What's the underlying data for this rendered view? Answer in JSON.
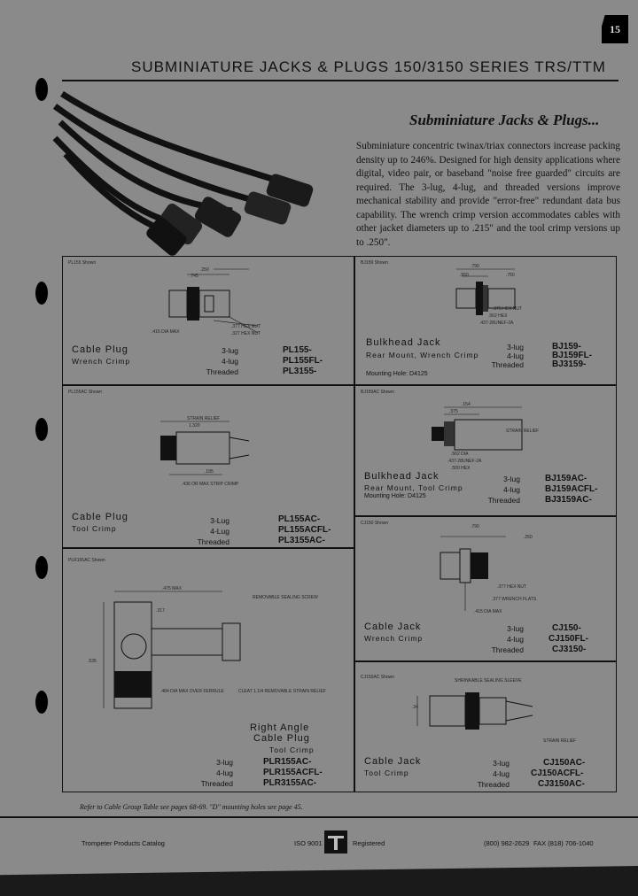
{
  "page_number": "15",
  "header_title": "SUBMINIATURE JACKS & PLUGS 150/3150 SERIES TRS/TTM",
  "section_title": "Subminiature Jacks & Plugs...",
  "intro_text": "Subminiature concentric twinax/triax connectors increase packing density up to 246%. Designed for high density applications where digital, video pair, or baseband \"noise free guarded\" circuits are required. The 3-lug, 4-lug, and threaded versions improve mechanical stability and provide \"error-free\" redundant data bus capability. The wrench crimp version accommodates cables with other jacket diameters up to .215\" and the tool crimp versions up to .250\".",
  "panels": {
    "cable_plug_wrench": {
      "fig_label": "PL155 Shown",
      "name": "Cable Plug",
      "sub": "Wrench Crimp",
      "variants": [
        {
          "type": "3-lug",
          "part": "PL155-"
        },
        {
          "type": "4-lug",
          "part": "PL155FL-"
        },
        {
          "type": "Threaded",
          "part": "PL3155-"
        }
      ],
      "dims": [
        ".250",
        ".745",
        ".415 DIA MAX",
        ".377 HEX NUT",
        ".327 HEX NUT"
      ]
    },
    "bulkhead_jack_wrench": {
      "fig_label": "BJ159 Shown",
      "name": "Bulkhead Jack",
      "sub": "Rear Mount, Wrench Crimp",
      "variants": [
        {
          "type": "3-lug",
          "part": "BJ159-"
        },
        {
          "type": "4-lug",
          "part": "BJ159FL-"
        },
        {
          "type": "Threaded",
          "part": "BJ3159-"
        }
      ],
      "mounting": "Mounting Hole: D4125",
      "dims": [
        ".790",
        ".550",
        ".750",
        ".375 HEX NUT",
        ".562 HEX",
        ".437-28UNEF-2A"
      ]
    },
    "cable_plug_tool": {
      "fig_label": "PL155AC Shown",
      "name": "Cable Plug",
      "sub": "Tool Crimp",
      "variants": [
        {
          "type": "3-Lug",
          "part": "PL155AC-"
        },
        {
          "type": "4-Lug",
          "part": "PL155ACFL-"
        },
        {
          "type": "Threaded",
          "part": "PL3155AC-"
        }
      ],
      "dims": [
        "STRAIN RELIEF",
        "1.320",
        ".195",
        ".436 OR MAX STRIP CRIMP"
      ]
    },
    "bulkhead_jack_tool": {
      "fig_label": "BJ159AC Shown",
      "name": "Bulkhead Jack",
      "sub": "Rear Mount, Tool Crimp",
      "variants": [
        {
          "type": "3-lug",
          "part": "BJ159AC-"
        },
        {
          "type": "4-lug",
          "part": "BJ159ACFL-"
        },
        {
          "type": "Threaded",
          "part": "BJ3159AC-"
        }
      ],
      "mounting": "Mounting Hole: D4125",
      "dims": [
        ".154",
        ".375",
        "STRAIN RELIEF",
        ".562 DIA",
        ".437-28UNEF-2A",
        ".500 HEX"
      ]
    },
    "right_angle_plug": {
      "fig_label": "PLR155AC Shown",
      "name_line1": "Right Angle",
      "name_line2": "Cable Plug",
      "sub": "Tool Crimp",
      "variants": [
        {
          "type": "3-lug",
          "part": "PLR155AC-"
        },
        {
          "type": "4-lug",
          "part": "PLR155ACFL-"
        },
        {
          "type": "Threaded",
          "part": "PLR3155AC-"
        }
      ],
      "dims": [
        ".475 MAX",
        ".317",
        ".535",
        "REMOVABLE SEALING SCREW",
        ".484 DIA MAX OVER FERRULE",
        "CLEAT 1.1/4 REMOVABLE STRAIN RELIEF"
      ]
    },
    "cable_jack_wrench": {
      "fig_label": "CJ150 Shown",
      "name": "Cable Jack",
      "sub": "Wrench Crimp",
      "variants": [
        {
          "type": "3-lug",
          "part": "CJ150-"
        },
        {
          "type": "4-lug",
          "part": "CJ150FL-"
        },
        {
          "type": "Threaded",
          "part": "CJ3150-"
        }
      ],
      "dims": [
        ".790",
        ".250",
        ".377 HEX NUT",
        ".377 WRENCH FLATS",
        ".415 DIA MAX"
      ]
    },
    "cable_jack_tool": {
      "fig_label": "CJ150AC Shown",
      "name": "Cable Jack",
      "sub": "Tool Crimp",
      "variants": [
        {
          "type": "3-lug",
          "part": "CJ150AC-"
        },
        {
          "type": "4-lug",
          "part": "CJ150ACFL-"
        },
        {
          "type": "Threaded",
          "part": "CJ3150AC-"
        }
      ],
      "dims": [
        "SHRINKABLE SEALING SLEEVE",
        ".34",
        "STRAIN RELIEF"
      ]
    }
  },
  "footnote": "Refer to Cable Group Table see pages 68-69. \"D\" mounting holes see page 45.",
  "footer": {
    "catalog": "Trompeter Products Catalog",
    "iso": "ISO 9001",
    "registered": "Registered",
    "phone": "(800) 982-2629",
    "fax": "FAX (818) 706-1040"
  },
  "colors": {
    "background": "#8a8a8a",
    "ink": "#111111"
  }
}
